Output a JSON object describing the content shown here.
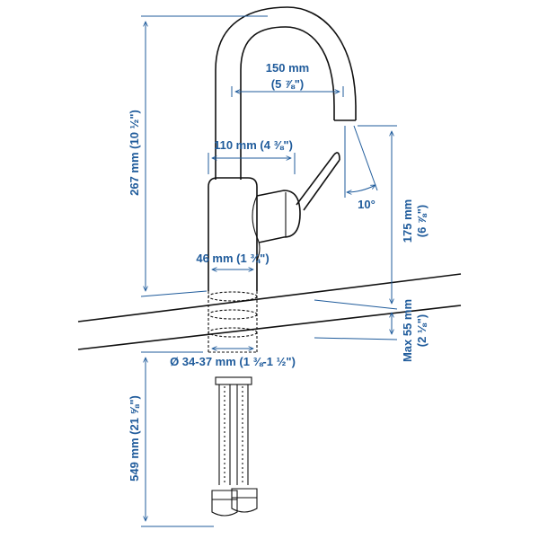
{
  "dimensions": {
    "total_height": "267 mm (10 ½\")",
    "spout_reach_mm": "150 mm",
    "spout_reach_in": "(5 ⅞\")",
    "handle_width": "110 mm (4 ⅜\")",
    "body_diameter": "46 mm (1 ¾\")",
    "hole_diameter": "Ø 34-37 mm (1 ⅜-1 ½\")",
    "spout_height_mm": "175 mm",
    "spout_height_in": "(6 ⅞\")",
    "max_thickness_mm": "Max 55 mm",
    "max_thickness_in": "(2 ⅛\")",
    "hose_length": "549 mm (21 ⅝\")",
    "angle": "10°"
  },
  "colors": {
    "dimension": "#1f5b9b",
    "outline": "#111111"
  }
}
